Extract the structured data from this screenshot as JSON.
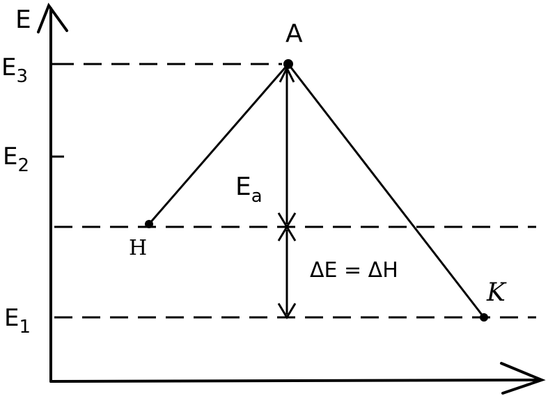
{
  "labels": {
    "y_axis": "E",
    "peak_point": "A",
    "start_point": "H",
    "end_point": "K",
    "level_e3_base": "E",
    "level_e3_sub": "3",
    "level_e2_base": "E",
    "level_e2_sub": "2",
    "level_e1_base": "E",
    "level_e1_sub": "1",
    "activation_base": "E",
    "activation_sub": "a",
    "delta_relation": "ΔE = ΔH"
  }
}
